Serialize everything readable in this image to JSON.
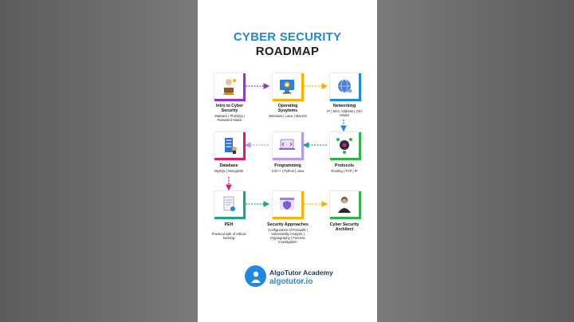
{
  "title_line1": "CYBER SECURITY",
  "title_line2": "ROADMAP",
  "colors": {
    "title_blue": "#1f8ad6",
    "purple": "#9b30d9",
    "orange": "#f5b400",
    "blue": "#1e88e5",
    "green": "#2fb34a",
    "lavender": "#b79be6",
    "pink": "#d81b75",
    "teal": "#1aa68e"
  },
  "nodes": [
    {
      "id": "intro",
      "icon": "hacker-icon",
      "title": "Intro to Cyber Security",
      "subtitle": "Malware | Phishing | Password Attack"
    },
    {
      "id": "os",
      "icon": "monitor-lock-icon",
      "title": "Operating Sysytems",
      "subtitle": "Windows | Linux | MacOS"
    },
    {
      "id": "networking",
      "icon": "globe-network-icon",
      "title": "Networking",
      "subtitle": "IP | MAC Address | OSI Model"
    },
    {
      "id": "database",
      "icon": "database-icon",
      "title": "Database",
      "subtitle": "MySQL | MongoDB"
    },
    {
      "id": "programming",
      "icon": "laptop-code-icon",
      "title": "Programming",
      "subtitle": "C/C++ | Python | Java"
    },
    {
      "id": "protocols",
      "icon": "protocol-network-icon",
      "title": "Protocols",
      "subtitle": "Routing | TCP | IP"
    },
    {
      "id": "peh",
      "icon": "document-icon",
      "title": "PEH",
      "subtitle": "Practical side of ethical hacking"
    },
    {
      "id": "approaches",
      "icon": "shield-browser-icon",
      "title": "Security Approaches",
      "subtitle": "Configuration of Firewalls | Vulnerability Analysis | Cryptography | Forensic investigation"
    },
    {
      "id": "architect",
      "icon": "person-icon",
      "title": "Cyber Security Architect",
      "subtitle": ""
    }
  ],
  "brand": {
    "name": "AlgoTutor Academy",
    "url": "algotutor.io"
  }
}
